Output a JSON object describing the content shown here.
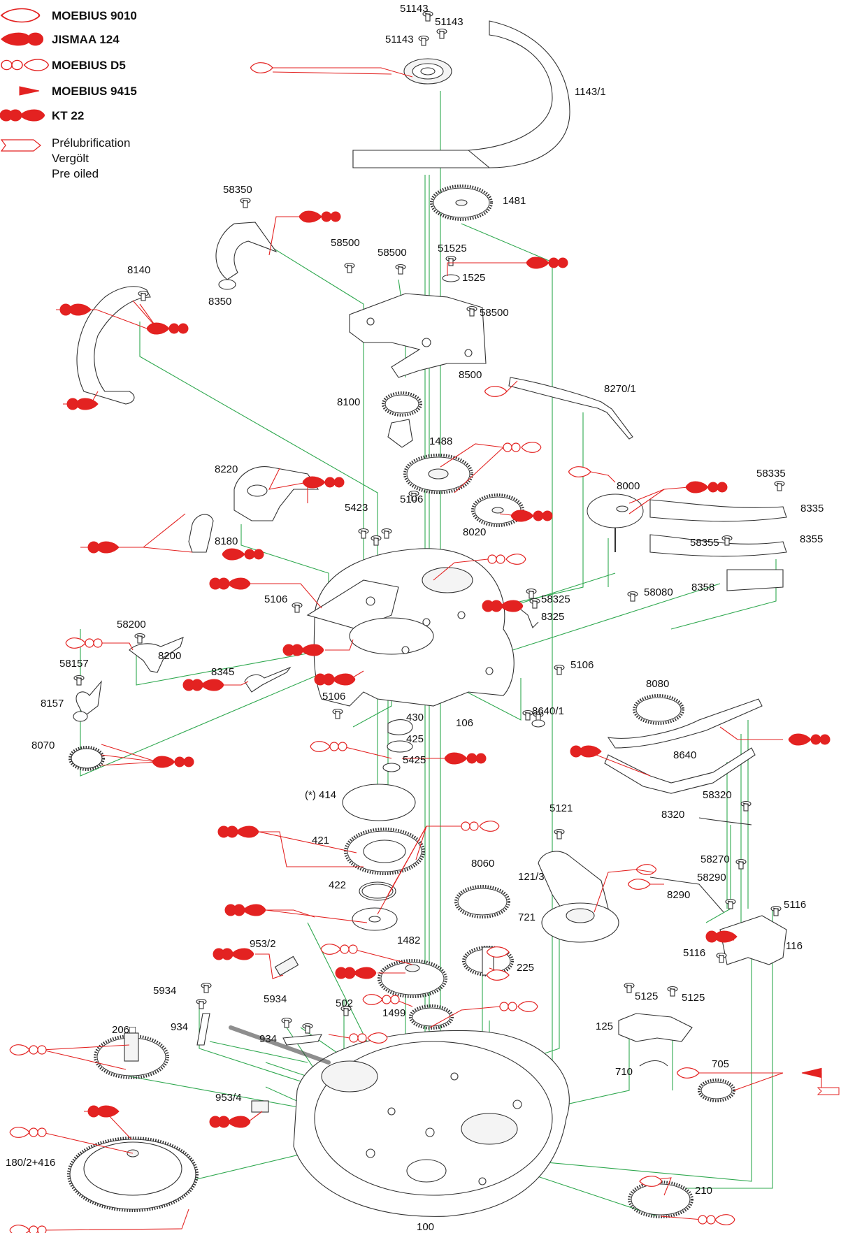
{
  "legend": [
    {
      "key": "moebius9010",
      "label": "MOEBIUS 9010"
    },
    {
      "key": "jismaa124",
      "label": "JISMAA 124"
    },
    {
      "key": "moebiusD5",
      "label": "MOEBIUS D5"
    },
    {
      "key": "moebius9415",
      "label": "MOEBIUS 9415"
    },
    {
      "key": "kt22",
      "label": "KT 22"
    },
    {
      "key": "preoiled",
      "label_lines": [
        "Prélubrification",
        "Vergölt",
        "Pre oiled"
      ]
    }
  ],
  "colors": {
    "oil_red": "#e32221",
    "guide_green": "#2fa84f",
    "outline": "#333333"
  },
  "parts": [
    {
      "id": "51143a",
      "label": "51143"
    },
    {
      "id": "51143b",
      "label": "51143"
    },
    {
      "id": "51143c",
      "label": "51143"
    },
    {
      "id": "1143_1",
      "label": "1143/1"
    },
    {
      "id": "1481",
      "label": "1481"
    },
    {
      "id": "58350",
      "label": "58350"
    },
    {
      "id": "8350",
      "label": "8350"
    },
    {
      "id": "58500a",
      "label": "58500"
    },
    {
      "id": "58500b",
      "label": "58500"
    },
    {
      "id": "51525",
      "label": "51525"
    },
    {
      "id": "1525",
      "label": "1525"
    },
    {
      "id": "58500c",
      "label": "58500"
    },
    {
      "id": "8140",
      "label": "8140"
    },
    {
      "id": "8500",
      "label": "8500"
    },
    {
      "id": "8270_1",
      "label": "8270/1"
    },
    {
      "id": "8100",
      "label": "8100"
    },
    {
      "id": "1488",
      "label": "1488"
    },
    {
      "id": "8220",
      "label": "8220"
    },
    {
      "id": "58335",
      "label": "58335"
    },
    {
      "id": "8000",
      "label": "8000"
    },
    {
      "id": "8335",
      "label": "8335"
    },
    {
      "id": "5423",
      "label": "5423"
    },
    {
      "id": "5106a",
      "label": "5106"
    },
    {
      "id": "8020",
      "label": "8020"
    },
    {
      "id": "8180",
      "label": "8180"
    },
    {
      "id": "58355",
      "label": "58355"
    },
    {
      "id": "8355",
      "label": "8355"
    },
    {
      "id": "8358",
      "label": "8358"
    },
    {
      "id": "5106b",
      "label": "5106"
    },
    {
      "id": "58080",
      "label": "58080"
    },
    {
      "id": "58325",
      "label": "58325"
    },
    {
      "id": "8325",
      "label": "8325"
    },
    {
      "id": "58200",
      "label": "58200"
    },
    {
      "id": "8200",
      "label": "8200"
    },
    {
      "id": "58157",
      "label": "58157"
    },
    {
      "id": "8345",
      "label": "8345"
    },
    {
      "id": "5106c",
      "label": "5106"
    },
    {
      "id": "8157",
      "label": "8157"
    },
    {
      "id": "5106d",
      "label": "5106"
    },
    {
      "id": "8080",
      "label": "8080"
    },
    {
      "id": "430",
      "label": "430"
    },
    {
      "id": "8640_1",
      "label": "8640/1"
    },
    {
      "id": "106",
      "label": "106"
    },
    {
      "id": "425",
      "label": "425"
    },
    {
      "id": "8070",
      "label": "8070"
    },
    {
      "id": "5425",
      "label": "5425"
    },
    {
      "id": "8640",
      "label": "8640"
    },
    {
      "id": "414",
      "label": "(*) 414"
    },
    {
      "id": "58320",
      "label": "58320"
    },
    {
      "id": "8320",
      "label": "8320"
    },
    {
      "id": "5121",
      "label": "5121"
    },
    {
      "id": "421",
      "label": "421"
    },
    {
      "id": "8060",
      "label": "8060"
    },
    {
      "id": "58270",
      "label": "58270"
    },
    {
      "id": "121_3",
      "label": "121/3"
    },
    {
      "id": "422",
      "label": "422"
    },
    {
      "id": "58290",
      "label": "58290"
    },
    {
      "id": "8290",
      "label": "8290"
    },
    {
      "id": "5116a",
      "label": "5116"
    },
    {
      "id": "721",
      "label": "721"
    },
    {
      "id": "953_2",
      "label": "953/2"
    },
    {
      "id": "1482",
      "label": "1482"
    },
    {
      "id": "5116b",
      "label": "5116"
    },
    {
      "id": "116",
      "label": "116"
    },
    {
      "id": "225",
      "label": "225"
    },
    {
      "id": "5934a",
      "label": "5934"
    },
    {
      "id": "5934b",
      "label": "5934"
    },
    {
      "id": "502",
      "label": "502"
    },
    {
      "id": "1499",
      "label": "1499"
    },
    {
      "id": "5125a",
      "label": "5125"
    },
    {
      "id": "5125b",
      "label": "5125"
    },
    {
      "id": "934a",
      "label": "934"
    },
    {
      "id": "125",
      "label": "125"
    },
    {
      "id": "206",
      "label": "206□"
    },
    {
      "id": "934b",
      "label": "934"
    },
    {
      "id": "705",
      "label": "705"
    },
    {
      "id": "710",
      "label": "710"
    },
    {
      "id": "953_4",
      "label": "953/4"
    },
    {
      "id": "180_2_416",
      "label": "180/2+416"
    },
    {
      "id": "210",
      "label": "210"
    },
    {
      "id": "100",
      "label": "100"
    }
  ]
}
